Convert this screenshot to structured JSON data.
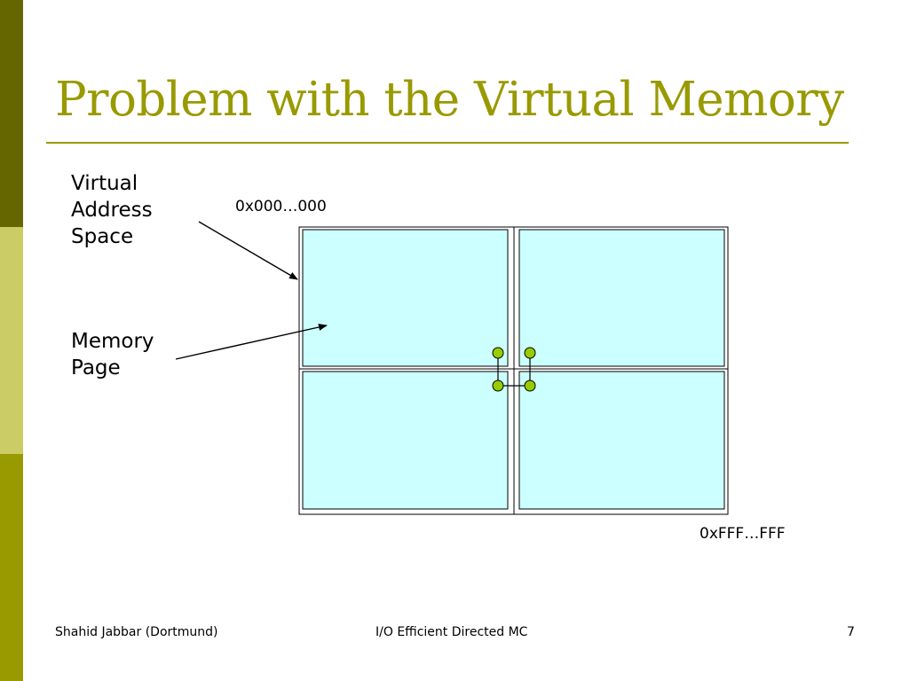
{
  "slide": {
    "title": "Problem with the Virtual Memory"
  },
  "labels": {
    "virtual_address_space": [
      "Virtual",
      "Address",
      "Space"
    ],
    "memory_page": [
      "Memory",
      "Page"
    ]
  },
  "addresses": {
    "start": "0x000…000",
    "end": "0xFFF…FFF"
  },
  "footer": {
    "author": "Shahid Jabbar (Dortmund)",
    "topic": "I/O Efficient Directed MC",
    "page_number": "7"
  },
  "colors": {
    "accent": "#999900",
    "sidebar_dark": "#666600",
    "sidebar_light": "#cccc66",
    "page_fill": "#ccffff",
    "node_fill": "#99cc00"
  }
}
